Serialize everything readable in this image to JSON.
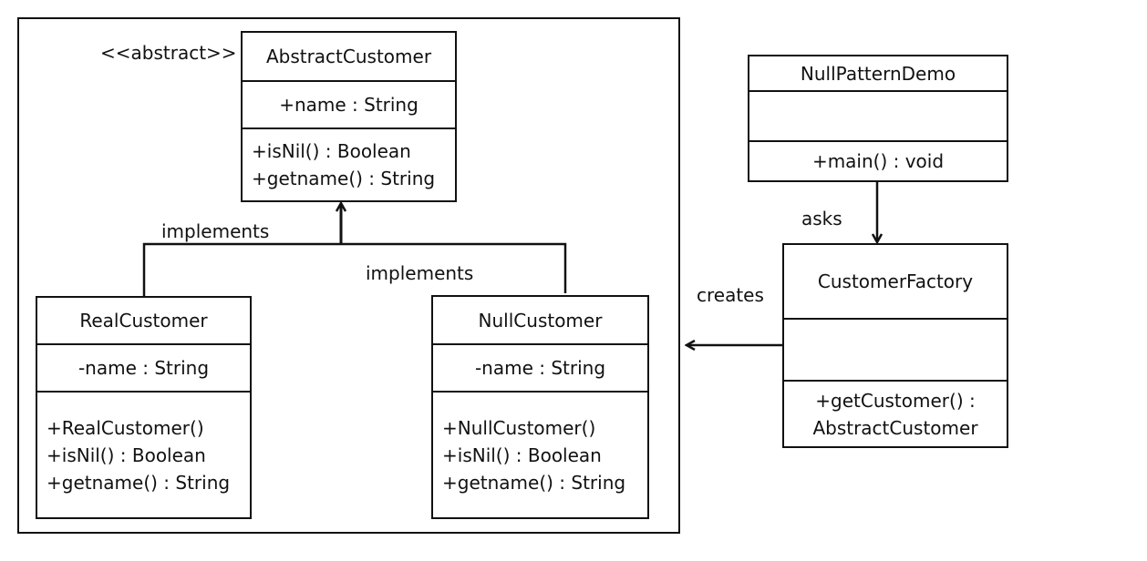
{
  "stereotype": "<<abstract>>",
  "abstract_customer": {
    "name": "AbstractCustomer",
    "attribute": "+name  : String",
    "operations": [
      "+isNil()  : Boolean",
      "+getname()  : String"
    ]
  },
  "real_customer": {
    "name": "RealCustomer",
    "attribute": "-name  : String",
    "operations": [
      "+RealCustomer()",
      "+isNil()  : Boolean",
      "+getname()  : String"
    ]
  },
  "null_customer": {
    "name": "NullCustomer",
    "attribute": "-name  : String",
    "operations": [
      "+NullCustomer()",
      "+isNil()  : Boolean",
      "+getname()  : String"
    ]
  },
  "null_pattern_demo": {
    "name": "NullPatternDemo",
    "operation": "+main()  : void"
  },
  "customer_factory": {
    "name": "CustomerFactory",
    "operations": [
      "+getCustomer()  :",
      "AbstractCustomer"
    ]
  },
  "labels": {
    "implements_left": "implements",
    "implements_right": "implements",
    "asks": "asks",
    "creates": "creates"
  }
}
